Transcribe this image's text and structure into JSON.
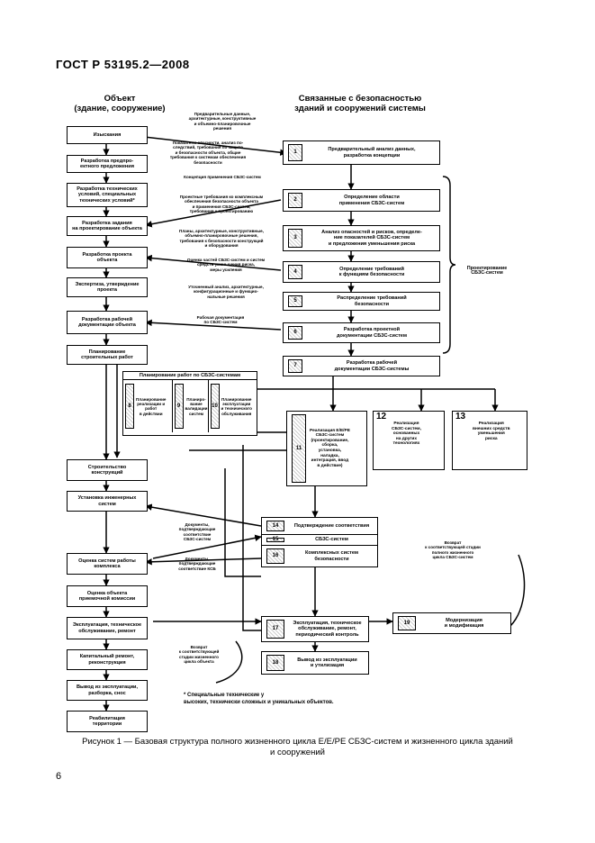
{
  "header": "ГОСТ Р 53195.2—2008",
  "left_title": "Объект\n(здание, сооружение)",
  "right_title": "Связанные с безопасностью\nзданий и сооружений системы",
  "left_boxes": [
    "Изыскания",
    "Разработка предпро-\nектного предложения",
    "Разработка технических\nусловий, специальных\nтехнических условий*",
    "Разработка задания\nна проектирование объекта",
    "Разработка проекта\nобъекта",
    "Экспертиза, утверждение\nпроекта",
    "Разработка рабочей\nдокументации объекта",
    "Планирование\nстроительных работ",
    "Строительство\nконструкций",
    "Установка инженерных\nсистем",
    "Оценка систем работы\nкомплекса",
    "Оценка объекта\nприемочной комиссии",
    "Эксплуатация, техническое\nобслуживание, ремонт",
    "Капитальный ремонт,\nреконструкция",
    "Вывод из эксплуатации,\nразборка, снос",
    "Реабилитация\nтерритории"
  ],
  "right_boxes": [
    {
      "num": "1",
      "text": "Предварительный анализ данных,\nразработка концепции"
    },
    {
      "num": "2",
      "text": "Определение области\nприменения СБЗС-систем"
    },
    {
      "num": "3",
      "text": "Анализ опасностей и рисков, определе-\nние показателей СБЗС-систем\nи предложения уменьшения риска"
    },
    {
      "num": "4",
      "text": "Определение требований\nк функциям безопасности"
    },
    {
      "num": "5",
      "text": "Распределение требований\nбезопасности"
    },
    {
      "num": "6",
      "text": "Разработка проектной\nдокументации СБЗС-систем"
    },
    {
      "num": "7",
      "text": "Разработка рабочей\nдокументации СБЗС-системы"
    }
  ],
  "planning": {
    "title": "Планирование работ по СБЗС-системам",
    "subs": [
      {
        "num": "8",
        "text": "Планирование\nреализации и\nработ\nв действии"
      },
      {
        "num": "9",
        "text": "Планиро-\nвание\nвалидации\nсистем"
      },
      {
        "num": "10",
        "text": "Планирование\nэксплуатации\nи технического\nобслуживания"
      }
    ]
  },
  "realization": {
    "num": "11",
    "text": "Реализация Е/Е/РЕ\nСБЗС-систем\n(проектирование,\nсборка,\nустановка,\nналадка,\nинтеграция, ввод\nв действие)"
  },
  "box12": {
    "num": "12",
    "text": "Реализация\nСБЗС-систем,\nоснованных\nна других\nтехнологиях"
  },
  "box13": {
    "num": "13",
    "text": "Реализация\nвнешних средств\nуменьшения\nриска"
  },
  "design_label": "Проектирование\nСБЗС-систем",
  "lower_right": [
    {
      "num": "14",
      "text": "Подтверждение соответствия"
    },
    {
      "num": "15",
      "text": "СБЗС-систем"
    },
    {
      "num": "16",
      "text": "Комплексных систем\nбезопасности"
    },
    {
      "num": "17",
      "text": "Эксплуатация, техническое\nобслуживание, ремонт,\nпериодический контроль"
    },
    {
      "num": "18",
      "text": "Вывод из эксплуатации\nи утилизация"
    }
  ],
  "mod_box": {
    "num": "19",
    "text": "Модернизация\nи модификация"
  },
  "notes": [
    "Предварительные данные,\nархитектурные, конструктивные\nи объемно-планировочные\nрешения",
    "Показатели опасности, анализ по-\nследствий, требования по защите\nи безопасности объекта, общие\nтребования к системам обеспечения\nбезопасности",
    "Концепция применения СБЗС-систем",
    "Проектные требования ко комплексным\nобеспечения безопасности объекта\nи применения СБЗС-систем,\nтребования к проектированию",
    "Планы, архитектурные, конструктивные,\nобъемно-планировочные решения,\nтребования к безопасности конструкций\nи оборудования",
    "Оценка частей СБЗС-систем и систем\nсредств уменьшения риска,\nмеры усиления",
    "Уточненный анализ, архитектурные,\nконфигурационные и функцио-\nнальные решения",
    "Рабочая документация\nпо СБЗС-систем",
    "Документы,\nподтверждающие\nсоответствие\nСБЗС-систем",
    "Документы,\nподтверждающие\nсоответствие КСБ",
    "Возврат\nк соответствующей\nстадии жизненного\nцикла объекта",
    "Возврат\nк соответствующей стадии\nполного жизненного\nцикла СБЗС-систем"
  ],
  "footnote": "* Специальные технические у\nвысоких, технически сложных и уникальных объектов.",
  "caption": "Рисунок 1 — Базовая структура  полного жизненного цикла Е/Е/РЕ СБЗС-систем и жизненного цикла зданий\nи сооружений",
  "page_number": "6"
}
